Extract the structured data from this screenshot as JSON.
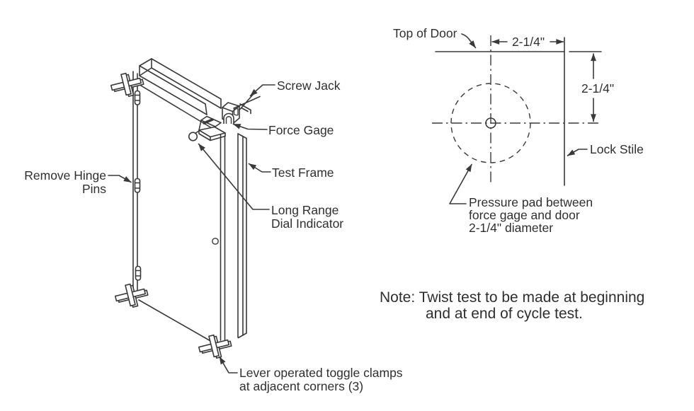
{
  "figure": {
    "background": "#ffffff",
    "line_color": "#39393b",
    "text_color": "#2f2f31"
  },
  "left": {
    "labels": {
      "screw_jack": "Screw Jack",
      "force_gage": "Force Gage",
      "test_frame": "Test Frame",
      "long_range_1": "Long Range",
      "long_range_2": "Dial Indicator",
      "remove_hinge_1": "Remove Hinge",
      "remove_hinge_2": "Pins",
      "toggle_1": "Lever operated toggle clamps",
      "toggle_2": "at adjacent corners (3)"
    }
  },
  "right": {
    "labels": {
      "top_of_door": "Top of Door",
      "lock_stile": "Lock Stile",
      "pressure_1": "Pressure pad between",
      "pressure_2": "force gage and door",
      "pressure_3": "2-1/4\" diameter",
      "dim_horizontal": "2-1/4\"",
      "dim_vertical": "2-1/4\""
    }
  },
  "note": {
    "line1": "Note: Twist test to be made at beginning",
    "line2": "and at end of cycle test."
  }
}
